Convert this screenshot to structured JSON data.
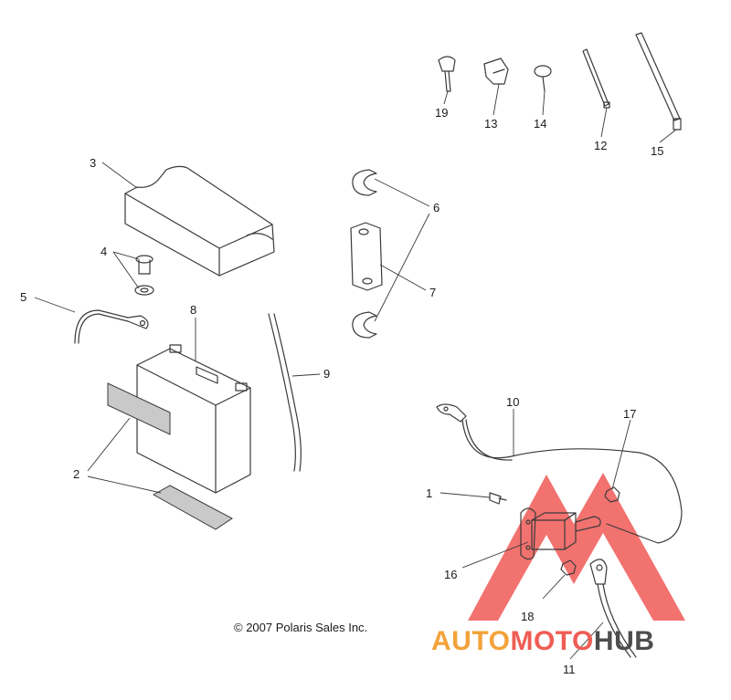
{
  "diagram": {
    "callouts": [
      {
        "id": "1",
        "label": "1"
      },
      {
        "id": "2",
        "label": "2"
      },
      {
        "id": "3",
        "label": "3"
      },
      {
        "id": "4",
        "label": "4"
      },
      {
        "id": "5",
        "label": "5"
      },
      {
        "id": "6",
        "label": "6"
      },
      {
        "id": "7",
        "label": "7"
      },
      {
        "id": "8",
        "label": "8"
      },
      {
        "id": "9",
        "label": "9"
      },
      {
        "id": "10",
        "label": "10"
      },
      {
        "id": "11",
        "label": "11"
      },
      {
        "id": "12",
        "label": "12"
      },
      {
        "id": "13",
        "label": "13"
      },
      {
        "id": "14",
        "label": "14"
      },
      {
        "id": "15",
        "label": "15"
      },
      {
        "id": "16",
        "label": "16"
      },
      {
        "id": "17",
        "label": "17"
      },
      {
        "id": "18",
        "label": "18"
      },
      {
        "id": "19",
        "label": "19"
      }
    ],
    "copyright": "© 2007 Polaris Sales Inc."
  },
  "watermark": {
    "word1": "AUTO",
    "word2": "MOTO",
    "word3": "HUB",
    "colors": {
      "auto": "#f3a23a",
      "moto": "#ef5d55",
      "hub": "#4d4d4d",
      "triangle": "#f05a57"
    }
  }
}
